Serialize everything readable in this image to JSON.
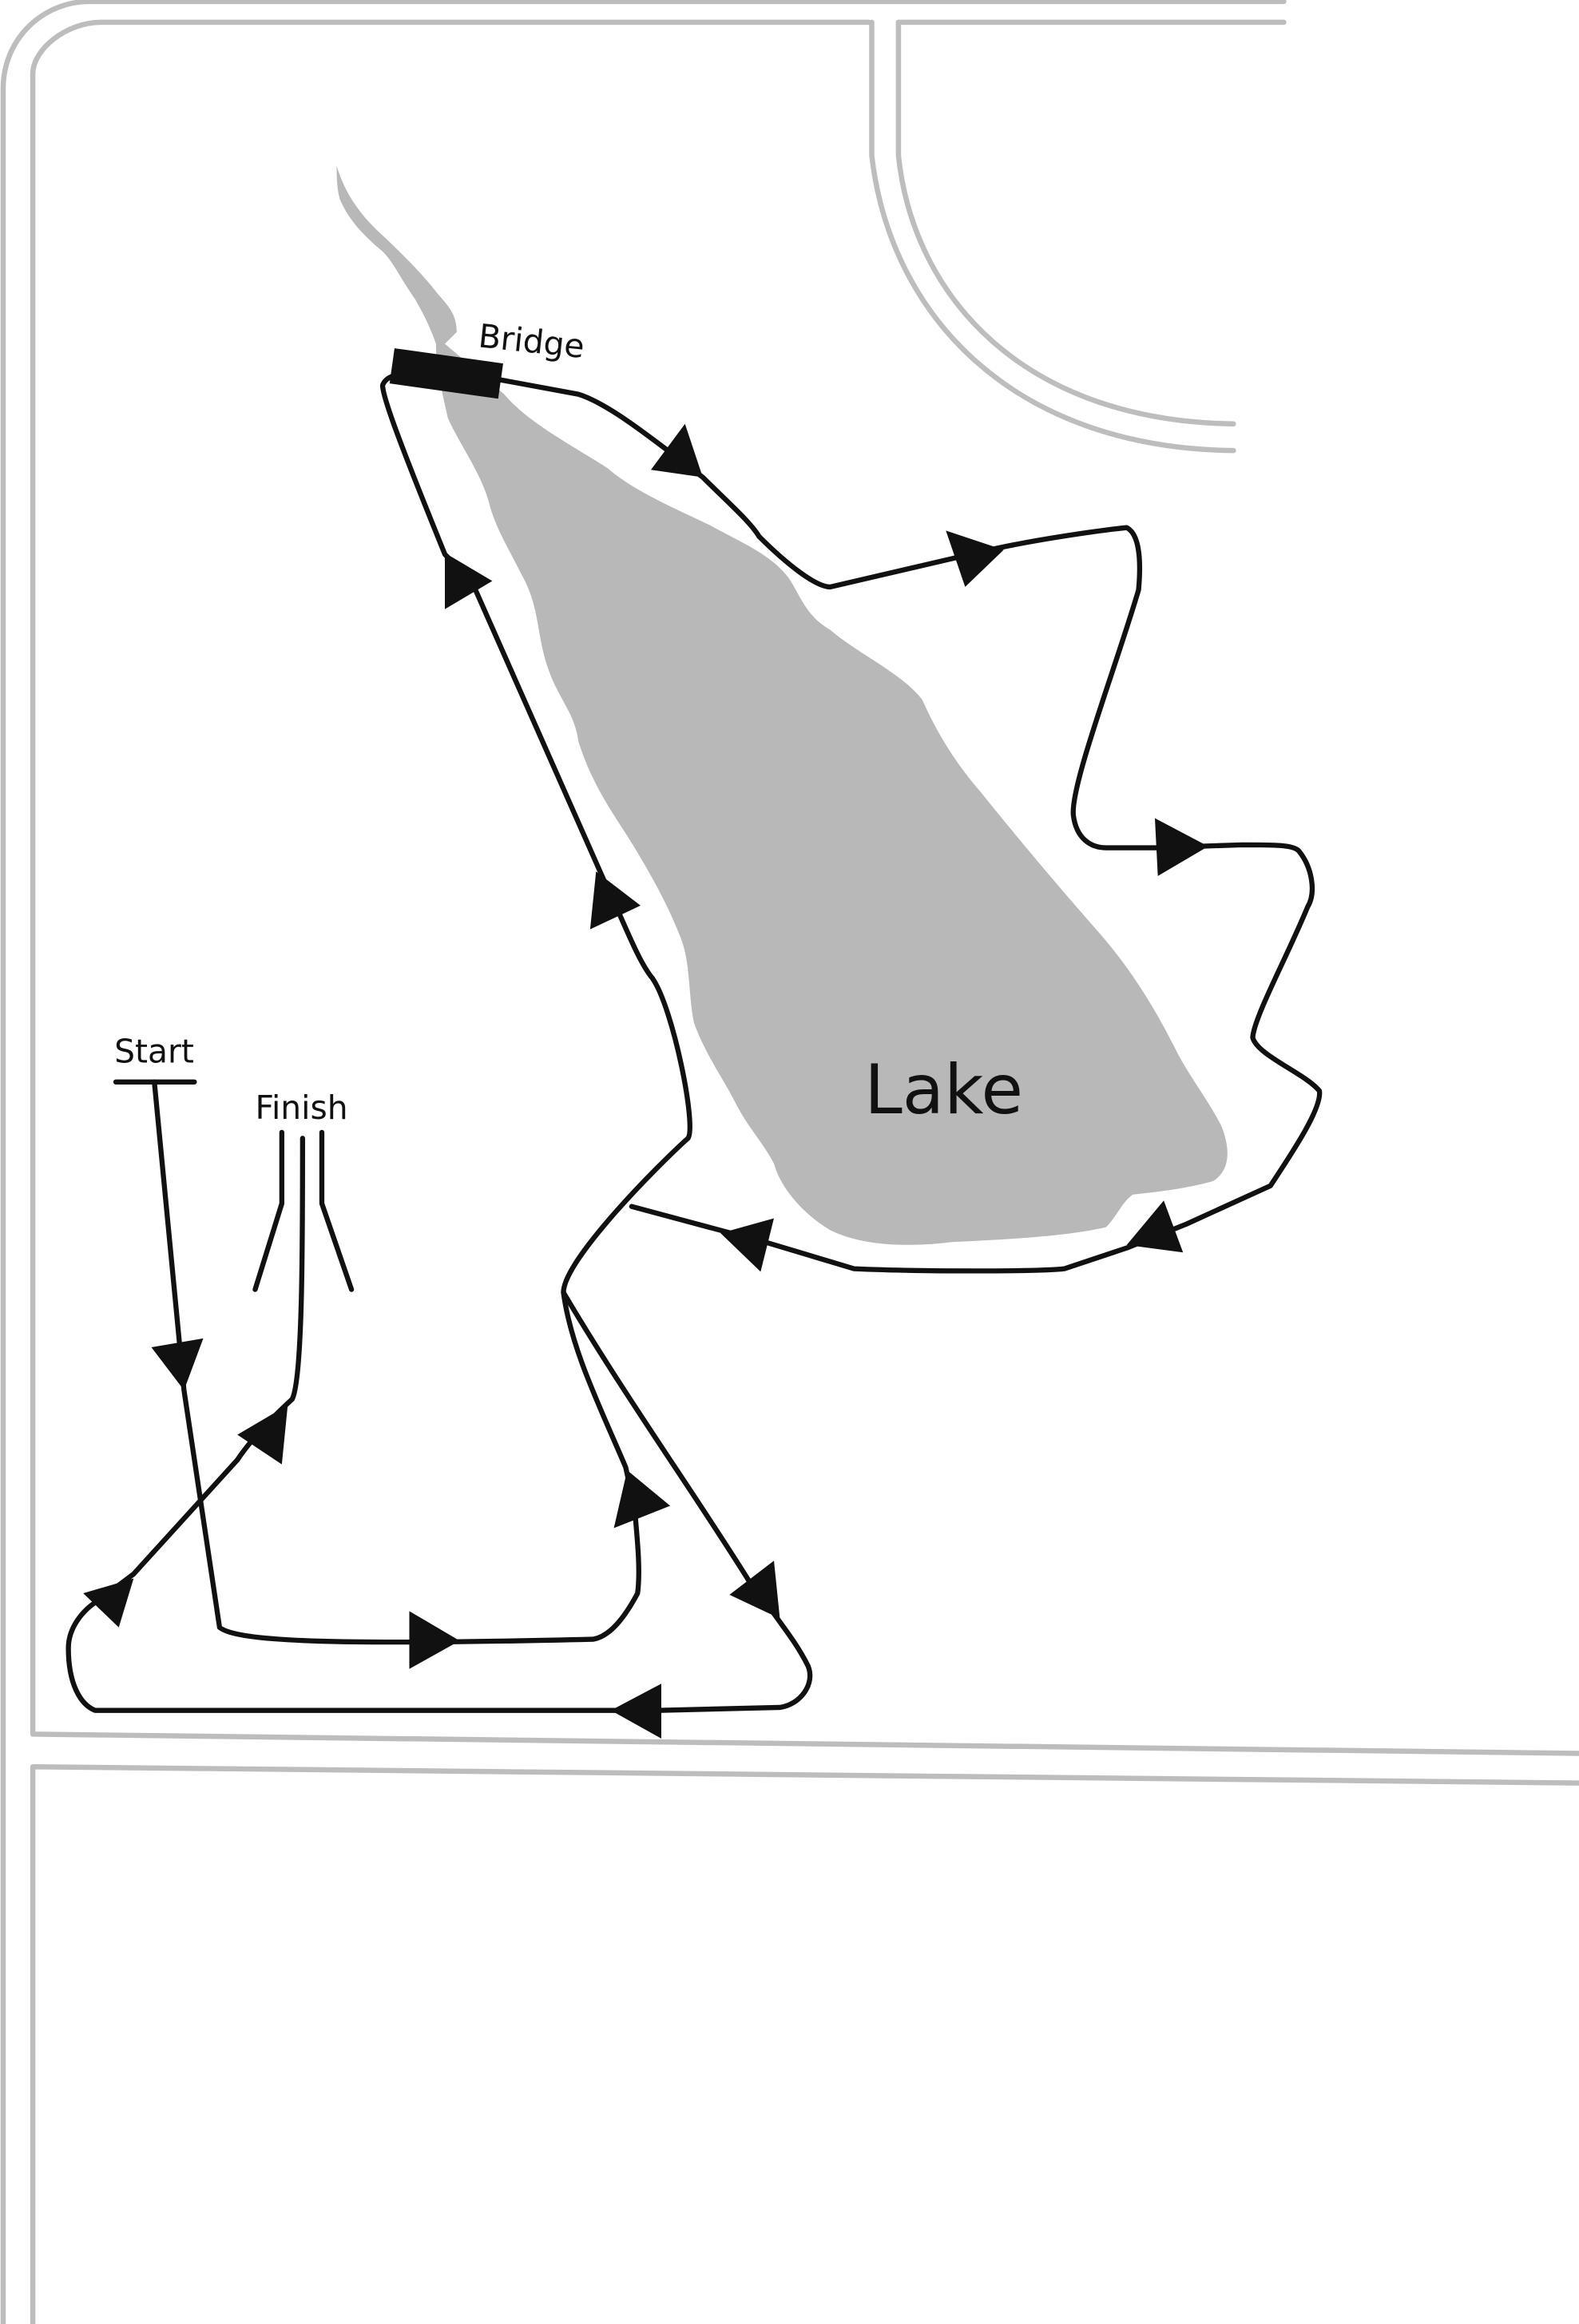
{
  "map": {
    "labels": {
      "lake": "Lake",
      "bridge": "Bridge",
      "start": "Start",
      "finish": "Finish"
    },
    "colors": {
      "background": "#ffffff",
      "water": "#b8b8b8",
      "route": "#111111",
      "road_outline": "#bdbdbd",
      "bridge": "#111111"
    },
    "icons": {
      "direction_marker": "triangle-arrow-icon",
      "bridge": "bridge-bar-icon"
    }
  }
}
